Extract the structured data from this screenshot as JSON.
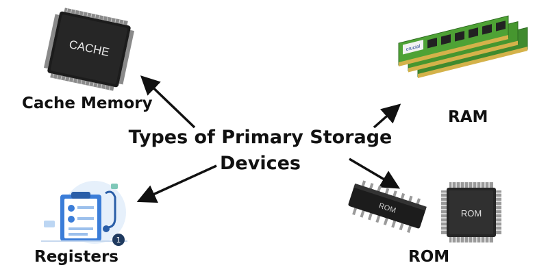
{
  "title": {
    "line1": "Types of Primary Storage",
    "line2": "Devices"
  },
  "nodes": {
    "cache": {
      "label": "Cache Memory",
      "chip_text": "CACHE"
    },
    "ram": {
      "label": "RAM",
      "module_brand": "crucial"
    },
    "registers": {
      "label": "Registers",
      "badge": "1"
    },
    "rom": {
      "label": "ROM",
      "chip_text_1": "ROM",
      "chip_text_2": "ROM"
    }
  },
  "colors": {
    "text": "#111111",
    "arrow": "#111111",
    "chip_dark": "#1c1c1c",
    "pcb_green": "#3f8a2e",
    "clipboard_blue": "#3b7dd8",
    "badge_navy": "#1f3a5f"
  }
}
